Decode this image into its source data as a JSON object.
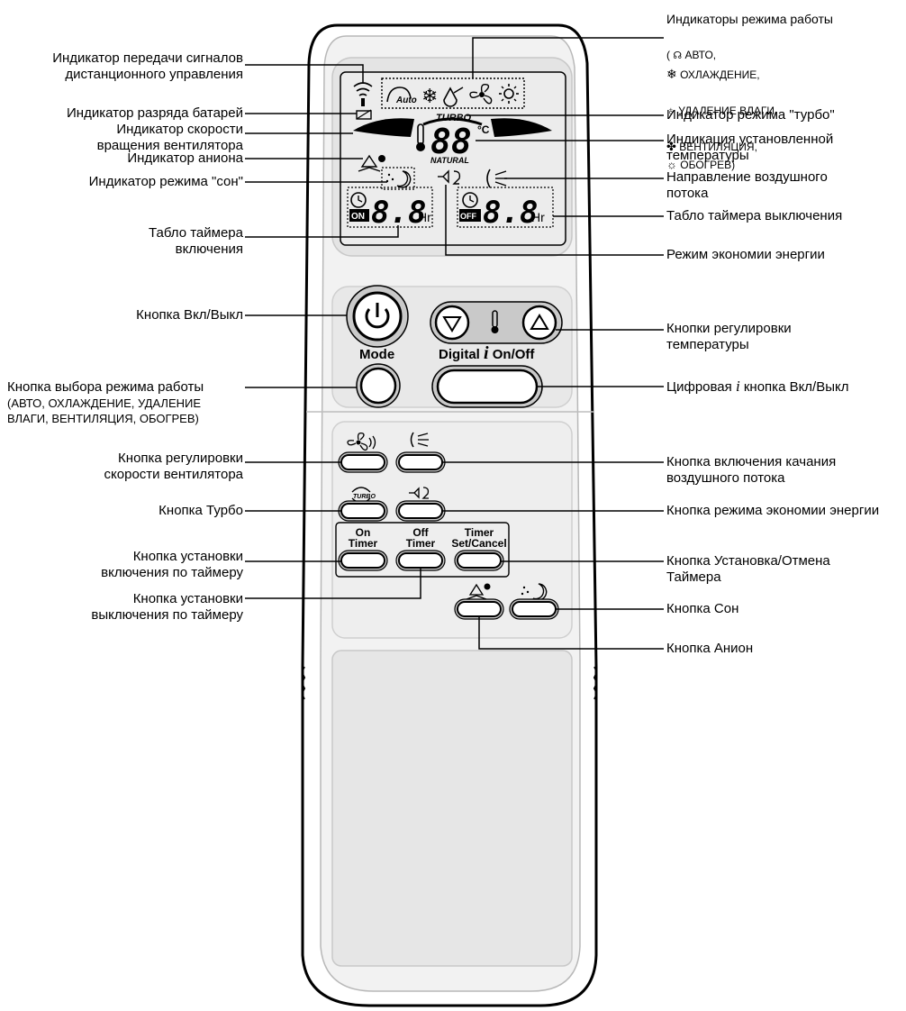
{
  "labels_left": {
    "signal": "Индикатор передачи сигналов\nдистанционного управления",
    "battery": "Индикатор разряда батарей",
    "fan_speed": "Индикатор скорости\nвращения вентилятора",
    "anion": "Индикатор аниона",
    "sleep": "Индикатор режима \"сон\"",
    "on_timer_display": "Табло таймера\nвключения",
    "power_btn": "Кнопка Вкл/Выкл",
    "mode_btn_line1": "Кнопка выбора режима работы",
    "mode_btn_line2": "(АВТО, ОХЛАЖДЕНИЕ, УДАЛЕНИЕ\nВЛАГИ, ВЕНТИЛЯЦИЯ, ОБОГРЕВ)",
    "fan_btn": "Кнопка регулировки\nскорости вентилятора",
    "turbo_btn": "Кнопка Турбо",
    "on_timer_btn": "Кнопка установки\nвключения по таймеру",
    "off_timer_btn": "Кнопка установки\nвыключения по таймеру"
  },
  "labels_right": {
    "modes_title": "Индикаторы режима работы",
    "modes_auto": "АВТО,",
    "modes_cool": "ОХЛАЖДЕНИЕ,",
    "modes_dry": "УДАЛЕНИЕ ВЛАГИ,",
    "modes_fan": "ВЕНТИЛЯЦИЯ,",
    "modes_heat": "ОБОГРЕВ)",
    "turbo_ind": "Индикатор режима \"турбо\"",
    "temp_ind": "Индикация установленной\nтемпературы",
    "airflow": "Направление воздушного\nпотока",
    "off_timer_display": "Табло таймера выключения",
    "energy_ind": "Режим экономии энергии",
    "temp_btns": "Кнопки регулировки\nтемпературы",
    "digital_btn_a": "Цифровая",
    "digital_btn_b": "кнопка Вкл/Выкл",
    "swing_btn": "Кнопка включения качания\nвоздушного потока",
    "energy_btn": "Кнопка режима экономии энергии",
    "timer_set_btn": "Кнопка Установка/Отмена\nТаймера",
    "sleep_btn": "Кнопка Сон",
    "anion_btn": "Кнопка Анион"
  },
  "remote": {
    "display": {
      "auto_text": "Auto",
      "turbo_text": "TURBO",
      "natural_text": "NATURAL",
      "temp_digits": "88",
      "temp_unit": "°C",
      "timer_digits": "8.8",
      "timer_unit": "Hr",
      "on_text": "ON",
      "off_text": "OFF"
    },
    "mode_label": "Mode",
    "digital_label": "Digital",
    "digital_i": "i",
    "onoff_label": "On/Off",
    "turbo_small": "TURBO",
    "on_timer_label": "On\nTimer",
    "off_timer_label": "Off\nTimer",
    "timer_set_label": "Timer\nSet/Cancel"
  }
}
